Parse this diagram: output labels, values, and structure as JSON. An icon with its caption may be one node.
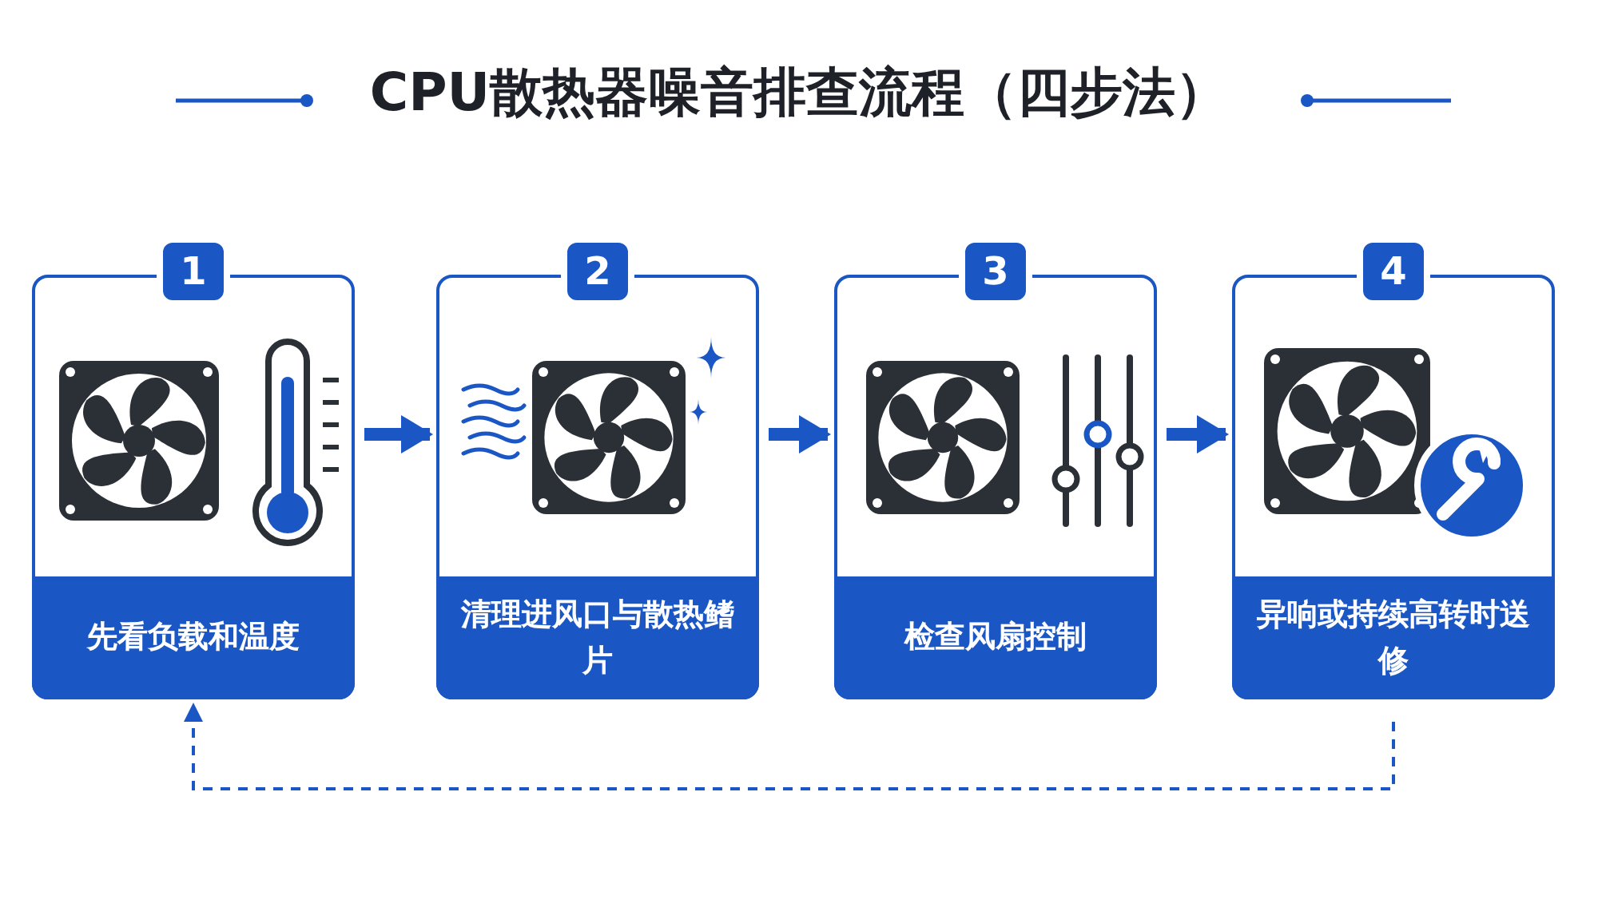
{
  "diagram": {
    "title": "CPU散热器噪音排查流程（四步法）",
    "nodes": [
      {
        "text": [
          "1",
          "先看负载和温度"
        ]
      },
      {
        "text": [
          "2",
          "清理进风口与散热鳍片"
        ]
      },
      {
        "text": [
          "3",
          "检查风扇控制"
        ]
      },
      {
        "text": [
          "4",
          "异响或持续高转时送修"
        ]
      }
    ],
    "edges": [
      {
        "from": 0,
        "to": 1,
        "arrow": "to"
      },
      {
        "from": 1,
        "to": 2,
        "arrow": "to"
      },
      {
        "from": 2,
        "to": 3,
        "arrow": "to"
      },
      {
        "from": 3,
        "to": 0,
        "arrow": "to",
        "style": "dashed"
      }
    ]
  }
}
